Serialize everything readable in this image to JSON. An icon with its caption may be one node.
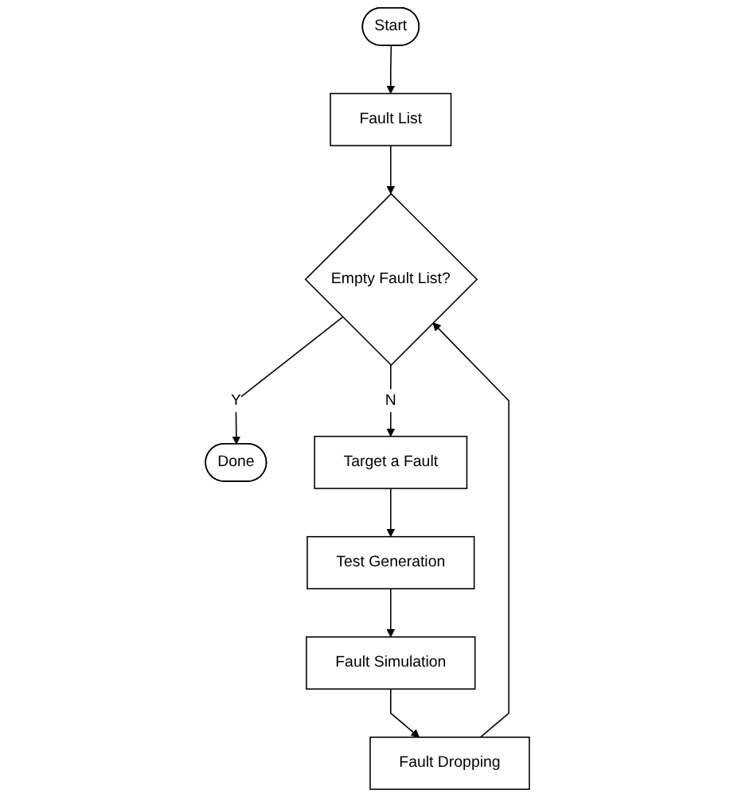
{
  "diagram": {
    "nodes": [
      {
        "text": [
          "Start"
        ]
      },
      {
        "text": [
          "Fault List"
        ]
      },
      {
        "text": [
          "Empty Fault List?"
        ]
      },
      {
        "text": [
          "Done"
        ]
      },
      {
        "text": [
          "Target a Fault"
        ]
      },
      {
        "text": [
          "Test Generation"
        ]
      },
      {
        "text": [
          "Fault Simulation"
        ]
      },
      {
        "text": [
          "Fault Dropping"
        ]
      }
    ],
    "edges": [
      {
        "from": 0,
        "to": 1,
        "arrow": "to"
      },
      {
        "from": 1,
        "to": 2,
        "arrow": "to"
      },
      {
        "from": 2,
        "to": 3,
        "arrow": "to",
        "label": "Y"
      },
      {
        "from": 2,
        "to": 4,
        "arrow": "to",
        "label": "N"
      },
      {
        "from": 4,
        "to": 5,
        "arrow": "to"
      },
      {
        "from": 5,
        "to": 6,
        "arrow": "to"
      },
      {
        "from": 6,
        "to": 7,
        "arrow": "to"
      },
      {
        "from": 7,
        "to": 2,
        "arrow": "to"
      }
    ]
  }
}
